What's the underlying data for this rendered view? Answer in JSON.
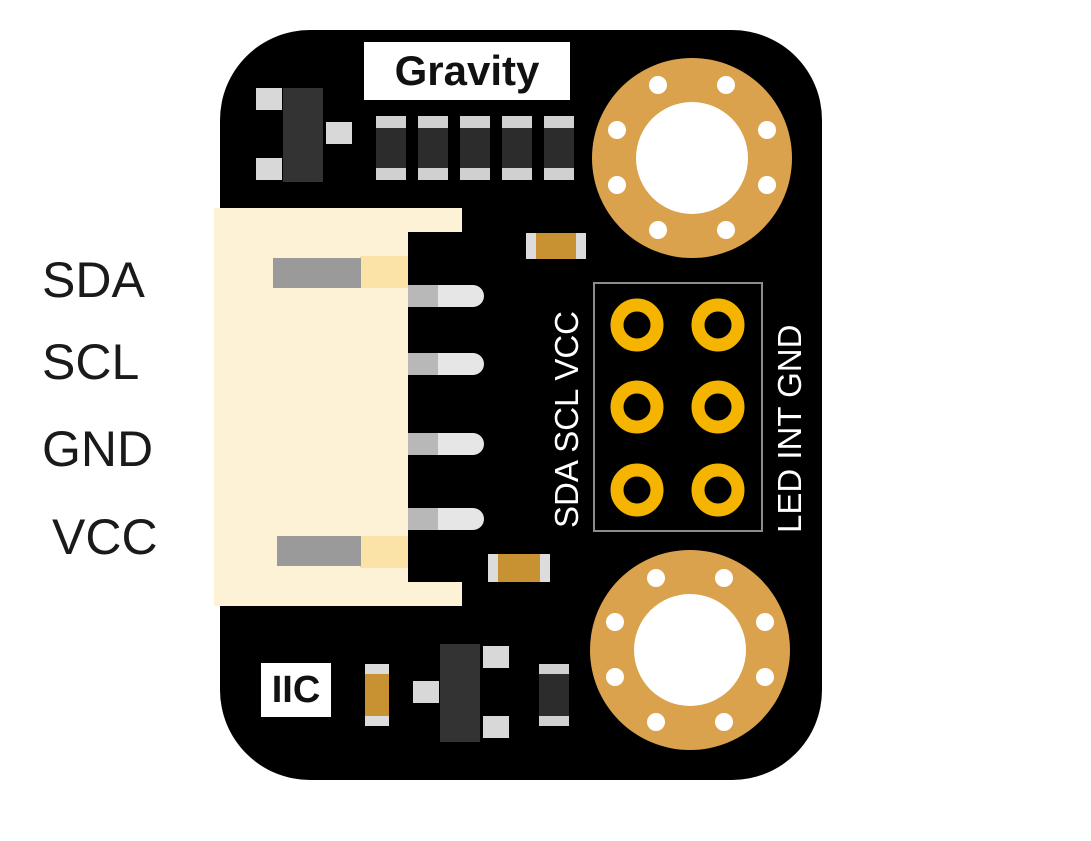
{
  "connector_labels": [
    "SDA",
    "SCL",
    "GND",
    "VCC"
  ],
  "board": {
    "brand": "Gravity",
    "interface": "IIC",
    "header_silkscreen_left": "SDA SCL VCC",
    "header_silkscreen_right": "LED INT GND"
  },
  "colors": {
    "pcb": "#000000",
    "mounting_ring": "#dba24e",
    "header_pad": "#f5b400",
    "connector_body": "#fdf1d6",
    "resistor": "#c89233"
  }
}
